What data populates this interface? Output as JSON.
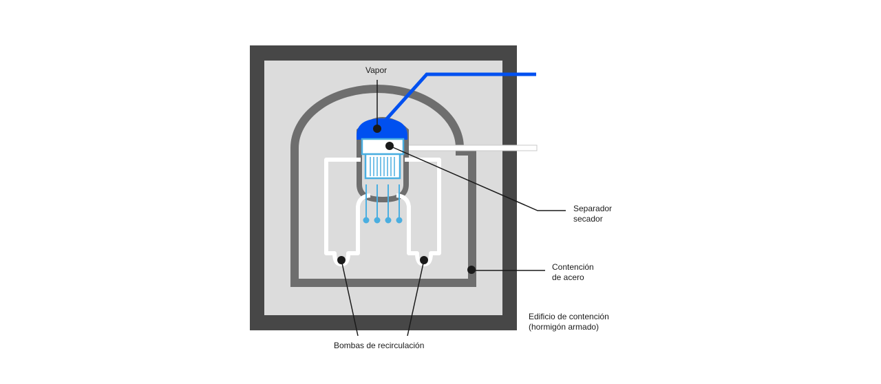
{
  "labels": {
    "vapor": "Vapor",
    "separador": [
      "Separador",
      "secador"
    ],
    "contencion_acero": [
      "Contención",
      "de acero"
    ],
    "edificio": [
      "Edificio de contención",
      "(hormigón armado)"
    ],
    "bombas": "Bombas de recirculación"
  },
  "colors": {
    "building_wall": "#474747",
    "building_interior": "#dcdcdc",
    "steel_containment": "#6e6e6e",
    "steam": "#0050f0",
    "core": "#4aaee0",
    "water_piping": "#ffffff",
    "leader": "#1a1a1a"
  }
}
